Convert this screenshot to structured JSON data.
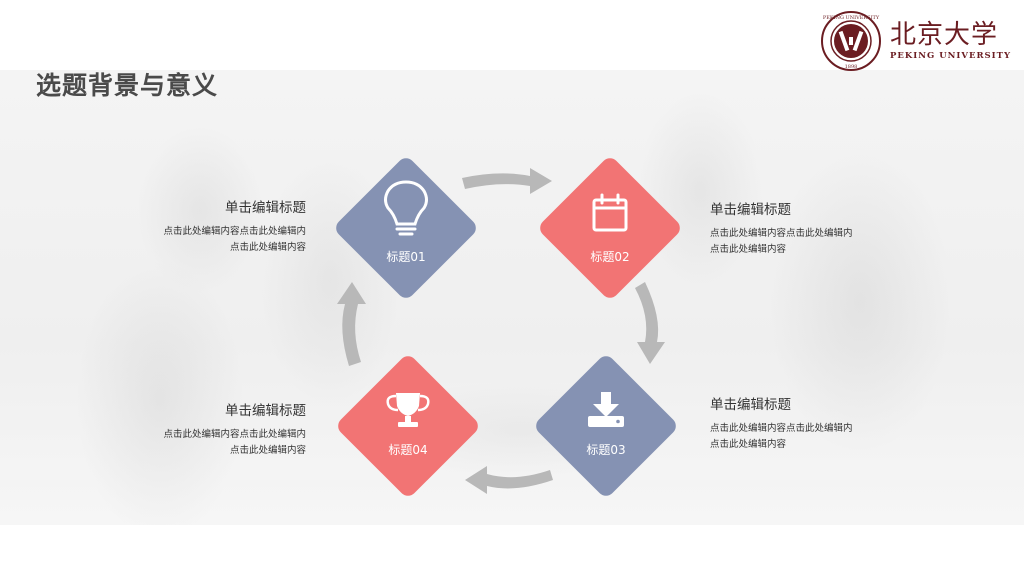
{
  "slide": {
    "title": "选题背景与意义"
  },
  "logo": {
    "name_cn": "北京大学",
    "name_en": "PEKING UNIVERSITY",
    "seal_text": "PEKING UNIVERSITY 1898"
  },
  "colors": {
    "blue": "#8592b3",
    "red": "#f27474",
    "arrow": "#b8b8b8",
    "title": "#4a4a4a"
  },
  "steps": [
    {
      "label": "标题01",
      "icon": "lightbulb-icon",
      "color": "blue"
    },
    {
      "label": "标题02",
      "icon": "calendar-icon",
      "color": "red"
    },
    {
      "label": "标题03",
      "icon": "download-icon",
      "color": "blue"
    },
    {
      "label": "标题04",
      "icon": "trophy-icon",
      "color": "red"
    }
  ],
  "blocks": [
    {
      "heading": "单击编辑标题",
      "line1": "点击此处编辑内容点击此处编辑内",
      "line2": "点击此处编辑内容"
    },
    {
      "heading": "单击编辑标题",
      "line1": "点击此处编辑内容点击此处编辑内",
      "line2": "点击此处编辑内容"
    },
    {
      "heading": "单击编辑标题",
      "line1": "点击此处编辑内容点击此处编辑内",
      "line2": "点击此处编辑内容"
    },
    {
      "heading": "单击编辑标题",
      "line1": "点击此处编辑内容点击此处编辑内",
      "line2": "点击此处编辑内容"
    }
  ]
}
